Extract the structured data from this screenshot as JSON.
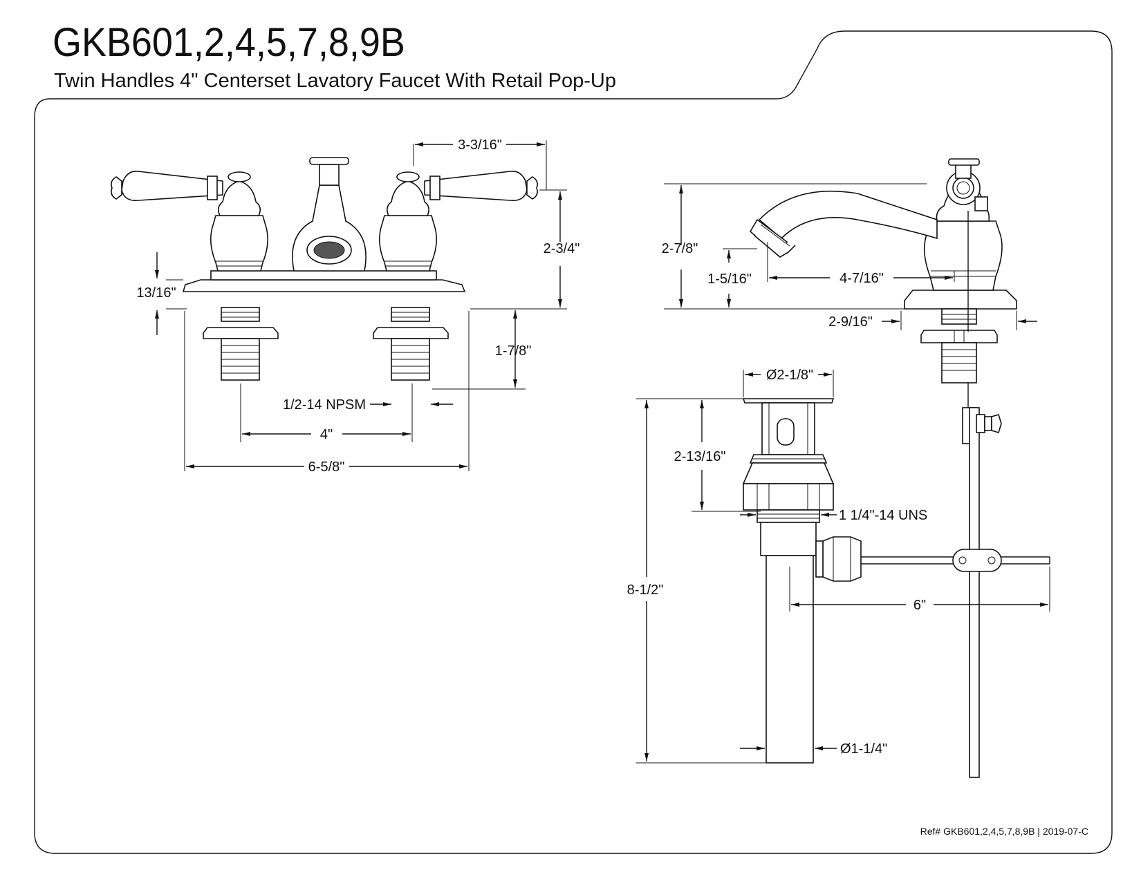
{
  "header": {
    "title": "GKB601,2,4,5,7,8,9B",
    "subtitle": "Twin Handles 4\" Centerset Lavatory Faucet With Retail Pop-Up"
  },
  "dimensions": {
    "handle_reach": "3-3/16\"",
    "faucet_height": "2-3/4\"",
    "base_height": "13/16\"",
    "shank_length": "1-7/8\"",
    "thread_spec": "1/2-14 NPSM",
    "center_spacing": "4\"",
    "overall_width": "6-5/8\"",
    "side_height": "2-7/8\"",
    "spout_clearance": "1-5/16\"",
    "spout_reach": "4-7/16\"",
    "base_depth": "2-9/16\"",
    "drain_diameter": "Ø2-1/8\"",
    "drain_flange_height": "2-13/16\"",
    "drain_thread": "1 1/4\"-14 UNS",
    "drain_length": "8-1/2\"",
    "rod_length": "6\"",
    "tailpiece_diameter": "Ø1-1/4\""
  },
  "footer": {
    "ref": "Ref# GKB601,2,4,5,7,8,9B | 2019-07-C"
  }
}
